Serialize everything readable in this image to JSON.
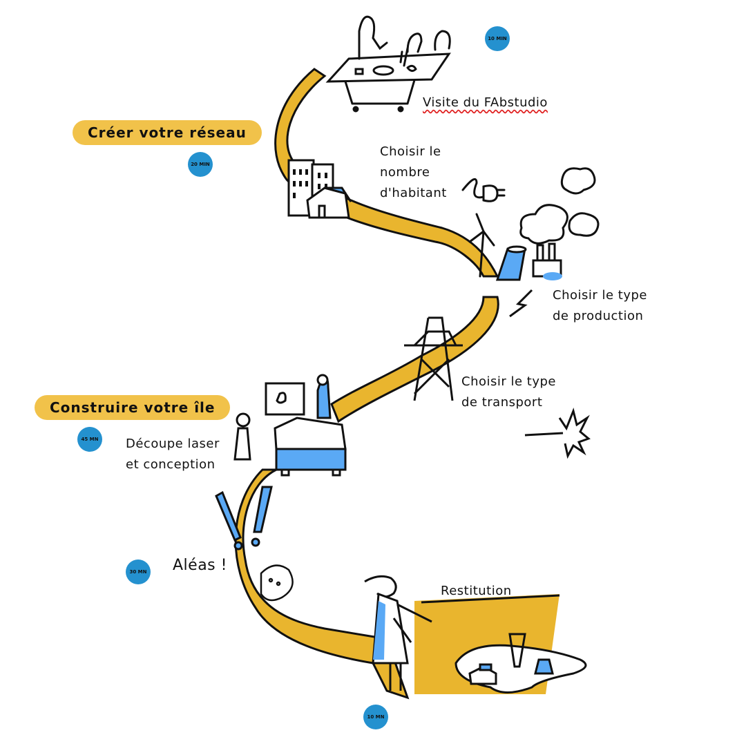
{
  "colors": {
    "path_fill": "#e9b52e",
    "section_highlight": "#f1c24a",
    "badge": "#2491cf",
    "accent_blue": "#5aa9f5",
    "accent_green": "#6aa83a",
    "ink": "#111111",
    "spellcheck": "#e02020"
  },
  "sections": [
    {
      "title": "Créer votre réseau",
      "duration": "20 MIN"
    },
    {
      "title": "Construire votre île",
      "duration": "45 MN"
    }
  ],
  "steps": [
    {
      "label": "Visite du FAbstudio",
      "duration": "10 MIN",
      "icon": "workshop-table-icon"
    },
    {
      "label": "Choisir le\nnombre\nd'habitant",
      "icon": "buildings-house-icon"
    },
    {
      "label": "Choisir le type\nde production",
      "icon": "power-plant-icon"
    },
    {
      "label": "Choisir le type\nde transport",
      "icon": "pylon-icon"
    },
    {
      "label": "Découpe laser\net conception",
      "icon": "laser-cutter-icon"
    },
    {
      "label": "Aléas !",
      "duration": "30 MN",
      "icon": "exclamation-icon"
    },
    {
      "label": "Restitution",
      "duration": "10 MN",
      "icon": "presenter-island-icon"
    }
  ]
}
